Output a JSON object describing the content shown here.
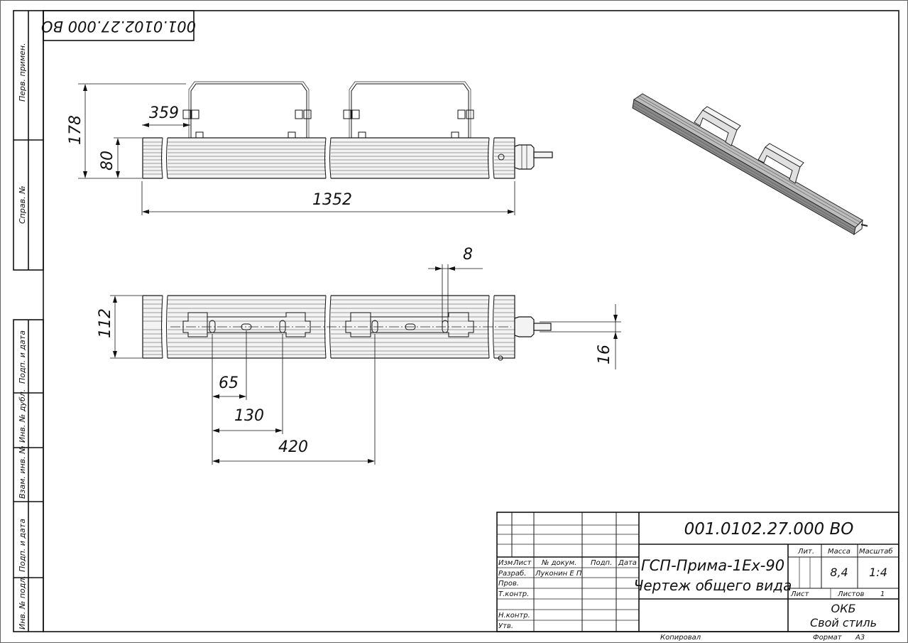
{
  "drawing": {
    "rotated_code": "001.0102.27.000 ВО",
    "designation": "001.0102.27.000 ВО",
    "product_name": "ГСП-Прима-1Ех-90",
    "doc_name": "Чертеж общего вида"
  },
  "side_strip": {
    "perv_primen": "Перв. примен.",
    "sprav_no": "Справ. №",
    "podp_data_1": "Подп. и дата",
    "inv_dubl": "Инв. № дубл.",
    "vzam_inv": "Взам. инв. №",
    "podp_data_2": "Подп. и дата",
    "inv_podl": "Инв. № подл."
  },
  "dimensions": {
    "top_view": {
      "width": "359",
      "height_total": "178",
      "height_body": "80",
      "length": "1352"
    },
    "bottom_view": {
      "slot_width": "8",
      "height": "112",
      "offset": "16",
      "d1": "65",
      "d2": "130",
      "d3": "420"
    }
  },
  "title_block": {
    "izm": "Изм.",
    "list": "Лист",
    "no_dokum": "№ докум.",
    "podp": "Подп.",
    "data": "Дата",
    "razrab": "Разраб.",
    "razrab_name": "Луконин Е П",
    "prov": "Пров.",
    "tkontr": "Т.контр.",
    "nkontr": "Н.контр.",
    "utv": "Утв.",
    "lit": "Лит.",
    "massa": "Масса",
    "masshtab": "Масштаб",
    "massa_val": "8,4",
    "masshtab_val": "1:4",
    "list_label": "Лист",
    "listov_label": "Листов",
    "listov_val": "1",
    "org1": "ОКБ",
    "org2": "Свой стиль"
  },
  "footer": {
    "kopiroval": "Копировал",
    "format_label": "Формат",
    "format_val": "А3"
  }
}
